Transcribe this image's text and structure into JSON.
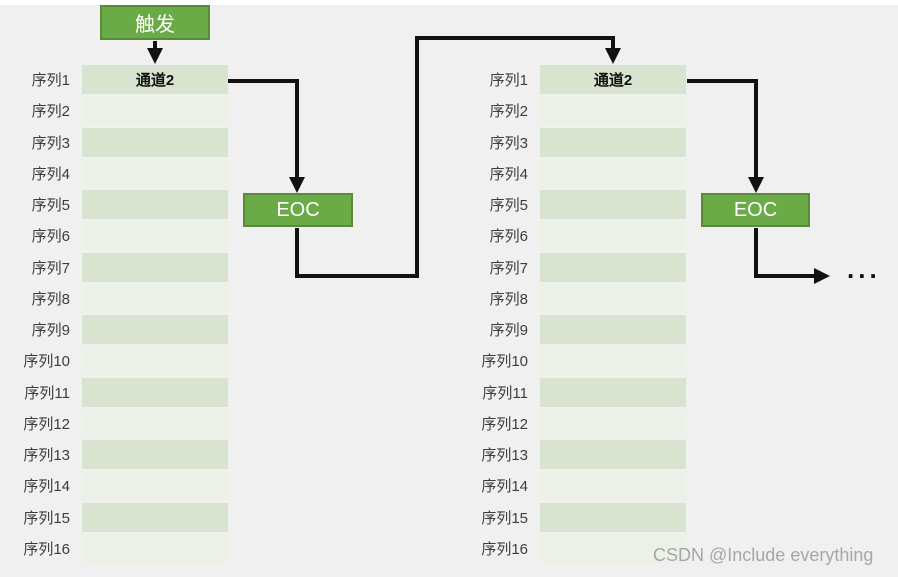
{
  "diagram": {
    "trigger_label": "触发",
    "channel_label": "通道2",
    "eoc_label": "EOC",
    "ellipsis": "...",
    "watermark": "CSDN @Include everything",
    "tables": [
      {
        "name": "left",
        "channel_row": 0,
        "rows": [
          "序列1",
          "序列2",
          "序列3",
          "序列4",
          "序列5",
          "序列6",
          "序列7",
          "序列8",
          "序列9",
          "序列10",
          "序列11",
          "序列12",
          "序列13",
          "序列14",
          "序列15",
          "序列16"
        ]
      },
      {
        "name": "right",
        "channel_row": 0,
        "rows": [
          "序列1",
          "序列2",
          "序列3",
          "序列4",
          "序列5",
          "序列6",
          "序列7",
          "序列8",
          "序列9",
          "序列10",
          "序列11",
          "序列12",
          "序列13",
          "序列14",
          "序列15",
          "序列16"
        ]
      }
    ],
    "colors": {
      "background": "#f0f0f0",
      "box_fill": "#6aab48",
      "box_border": "#5a8a39",
      "row_odd": "#d8e4cf",
      "row_even": "#ecf1e8",
      "arrow": "#111111",
      "label_text": "#3d3d3d",
      "watermark_text": "#a6a6a6"
    }
  }
}
